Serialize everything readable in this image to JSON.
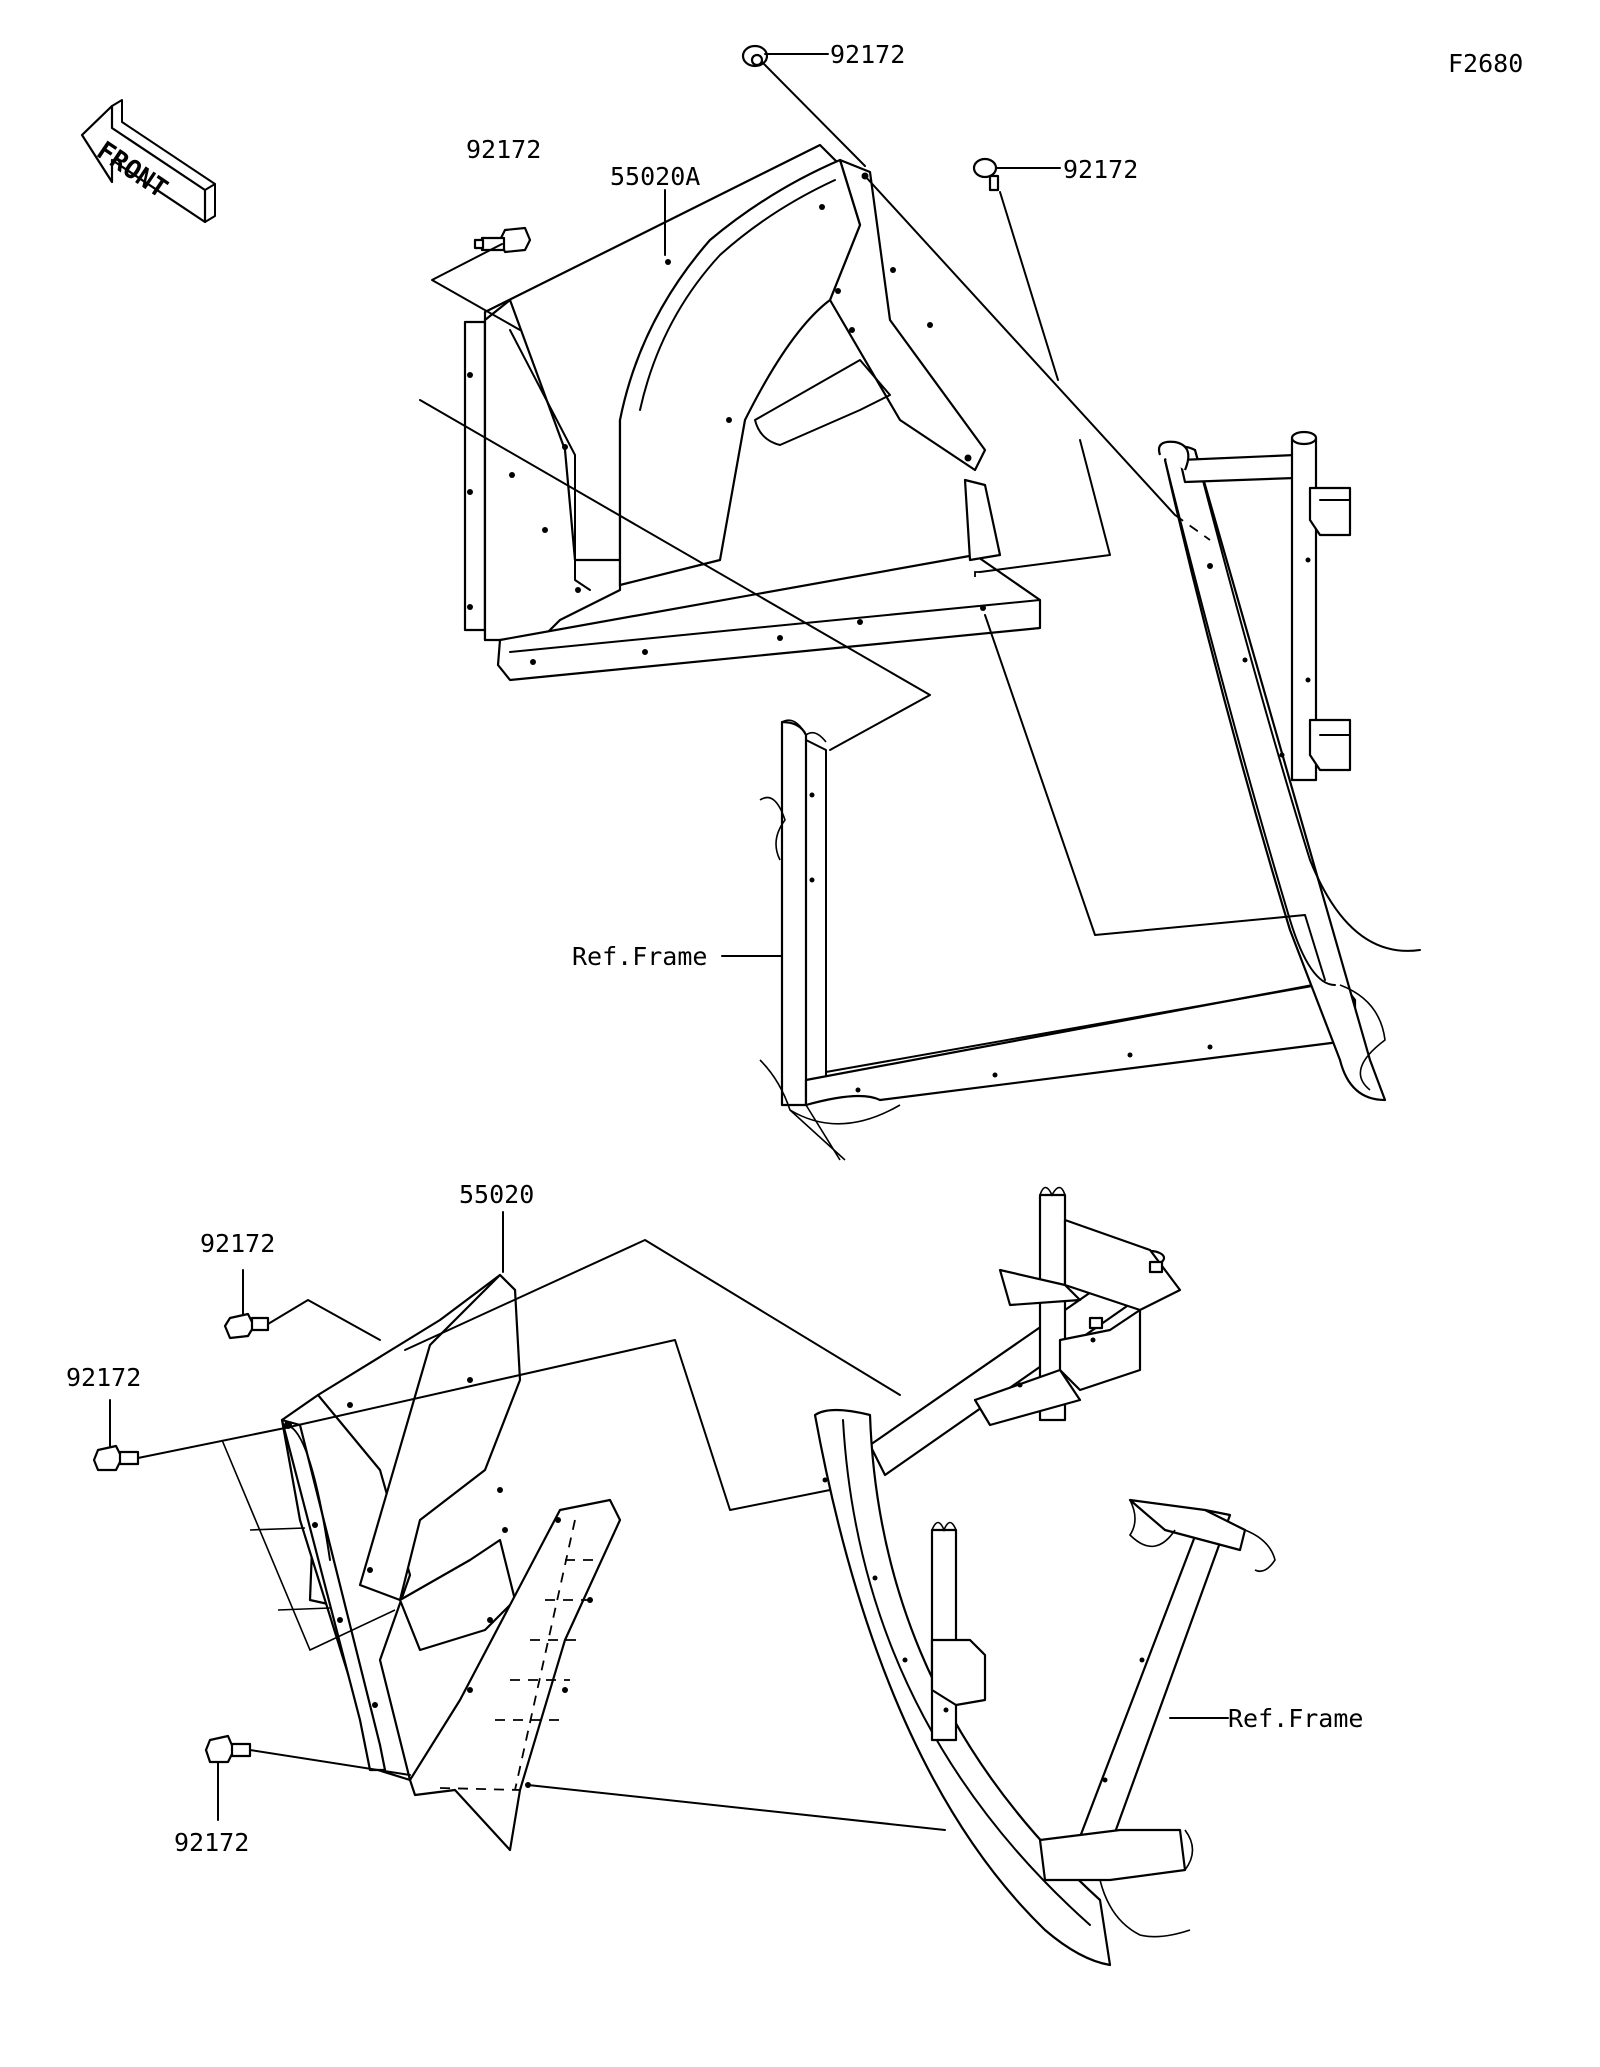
{
  "figure": {
    "id": "F2680"
  },
  "front_arrow": {
    "text": "FRONT"
  },
  "labels": {
    "bolt_top": "92172",
    "bolt_top_right": "92172",
    "bolt_upper_left": "92172",
    "panel_upper": "55020A",
    "ref_frame_upper": "Ref.Frame",
    "panel_lower": "55020",
    "bolt_lower_top": "92172",
    "bolt_lower_mid": "92172",
    "bolt_lower_bottom": "92172",
    "ref_frame_lower": "Ref.Frame"
  }
}
